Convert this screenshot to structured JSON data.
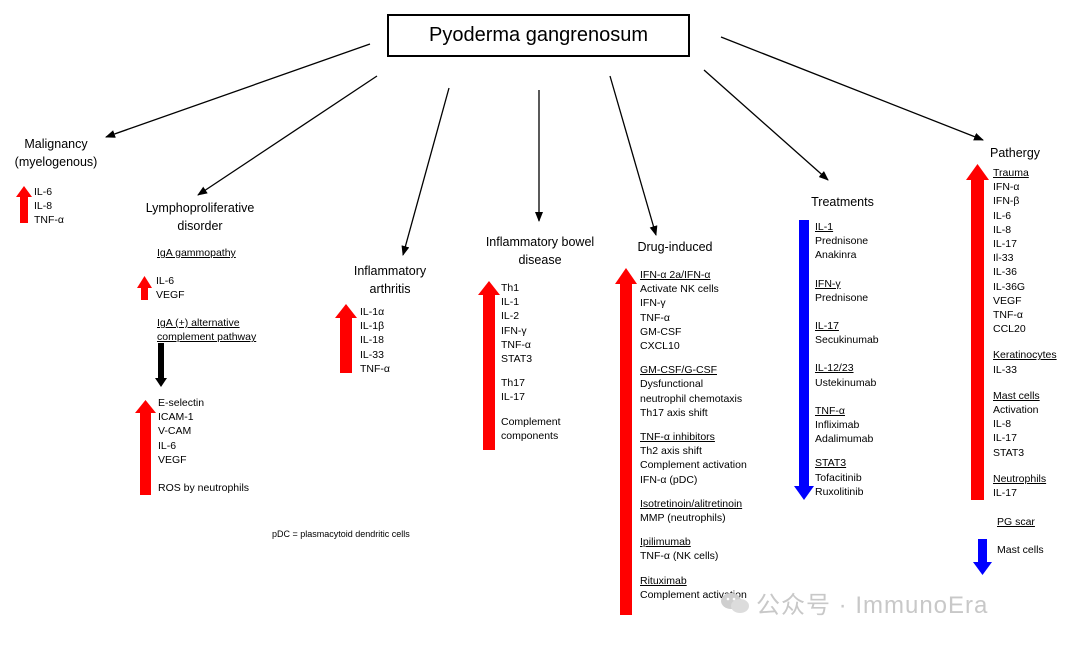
{
  "title": "Pyoderma gangrenosum",
  "categories": {
    "malignancy": {
      "line1": "Malignancy",
      "line2": "(myelogenous)",
      "items": [
        "IL-6",
        "IL-8",
        "TNF-α"
      ]
    },
    "lympho": {
      "line1": "Lymphoproliferative",
      "line2": "disorder",
      "iga_title": "IgA gammopathy",
      "iga_items": [
        "IL-6",
        "VEGF"
      ],
      "alt_title1": "IgA (+) alternative",
      "alt_title2": "complement pathway",
      "alt_items": [
        "E-selectin",
        "ICAM-1",
        "V-CAM",
        "IL-6",
        "VEGF"
      ],
      "ros": "ROS by neutrophils"
    },
    "arthritis": {
      "line1": "Inflammatory",
      "line2": "arthritis",
      "items": [
        "IL-1α",
        "IL-1β",
        "IL-18",
        "IL-33",
        "TNF-α"
      ]
    },
    "ibd": {
      "line1": "Inflammatory bowel",
      "line2": "disease",
      "items1": [
        "Th1",
        "IL-1",
        "IL-2",
        "IFN-γ",
        "TNF-α",
        "STAT3"
      ],
      "items2": [
        "Th17",
        "IL-17"
      ],
      "items3": [
        "Complement",
        "components"
      ]
    },
    "drug": {
      "label": "Drug-induced",
      "groups": [
        {
          "title": "IFN-α 2a/IFN-α",
          "items": [
            "Activate NK cells",
            "IFN-γ",
            "TNF-α",
            "GM-CSF",
            "CXCL10"
          ]
        },
        {
          "title": "GM-CSF/G-CSF",
          "items": [
            "Dysfunctional",
            "neutrophil chemotaxis",
            "Th17 axis shift"
          ]
        },
        {
          "title": "TNF-α inhibitors",
          "items": [
            "Th2 axis shift",
            "Complement activation",
            "IFN-α (pDC)"
          ]
        },
        {
          "title": "Isotretinoin/alitretinoin",
          "items": [
            "MMP (neutrophils)"
          ]
        },
        {
          "title": "Ipilimumab",
          "items": [
            "TNF-α (NK cells)"
          ]
        },
        {
          "title": "Rituximab",
          "items": [
            "Complement activation"
          ]
        }
      ]
    },
    "treatments": {
      "label": "Treatments",
      "groups": [
        {
          "title": "IL-1",
          "items": [
            "Prednisone",
            "Anakinra"
          ]
        },
        {
          "title": "IFN-γ",
          "items": [
            "Prednisone"
          ]
        },
        {
          "title": "IL-17",
          "items": [
            "Secukinumab"
          ]
        },
        {
          "title": "IL-12/23",
          "items": [
            "Ustekinumab"
          ]
        },
        {
          "title": "TNF-α",
          "items": [
            "Infliximab",
            "Adalimumab"
          ]
        },
        {
          "title": "STAT3",
          "items": [
            "Tofacitinib",
            "Ruxolitinib"
          ]
        }
      ]
    },
    "pathergy": {
      "label": "Pathergy",
      "groups": [
        {
          "title": "Trauma",
          "items": [
            "IFN-α",
            "IFN-β",
            "IL-6",
            "IL-8",
            "IL-17",
            "Il-33",
            "IL-36",
            "IL-36G",
            "VEGF",
            "TNF-α",
            "CCL20"
          ]
        },
        {
          "title": "Keratinocytes",
          "items": [
            "IL-33"
          ]
        },
        {
          "title": "Mast cells",
          "items": [
            "Activation",
            "IL-8",
            "IL-17",
            "STAT3"
          ]
        },
        {
          "title": "Neutrophils",
          "items": [
            "IL-17"
          ]
        }
      ],
      "scar_title": "PG scar",
      "scar_item": "Mast cells"
    }
  },
  "footnote": "pDC = plasmacytoid dendritic cells",
  "watermark": "公众号 · ImmunoEra",
  "colors": {
    "increase": "#ff0000",
    "treatment": "#0000ff",
    "neutral": "#000000"
  }
}
